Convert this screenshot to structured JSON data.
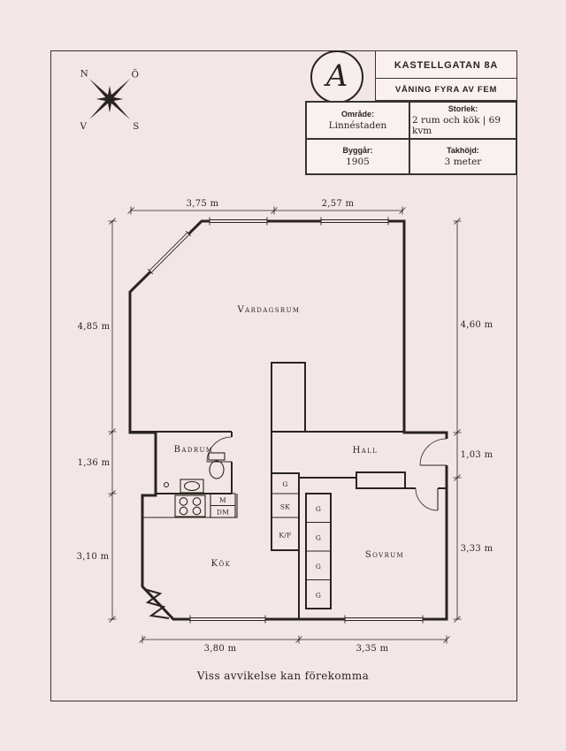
{
  "header": {
    "address": "KASTELLGATAN 8A",
    "floor_line": "VÅNING FYRA AV FEM",
    "monogram": "A"
  },
  "compass": {
    "north": "N",
    "east": "Ö",
    "south": "S",
    "west": "V"
  },
  "info": {
    "area_label": "Område:",
    "area_value": "Linnéstaden",
    "size_label": "Storlek:",
    "size_value": "2 rum och kök | 69 kvm",
    "year_label": "Byggår:",
    "year_value": "1905",
    "ceiling_label": "Takhöjd:",
    "ceiling_value": "3 meter"
  },
  "plan": {
    "rooms": {
      "living": "Vardagsrum",
      "bathroom": "Badrum",
      "hall": "Hall",
      "kitchen": "Kök",
      "bedroom": "Sovrum"
    },
    "closets": {
      "g_hall": "G",
      "sk": "SK",
      "kf": "K/F",
      "m": "M",
      "dm": "DM",
      "g1": "G",
      "g2": "G",
      "g3": "G",
      "g4": "G"
    },
    "dims": {
      "top_left": "3,75 m",
      "top_right": "2,57 m",
      "left_upper": "4,85 m",
      "left_middle": "1,36 m",
      "left_lower": "3,10 m",
      "right_upper": "4,60 m",
      "right_middle": "1,03 m",
      "right_lower": "3,33 m",
      "bottom_left": "3,80 m",
      "bottom_right": "3,35 m"
    }
  },
  "footer": {
    "disclaimer": "Viss avvikelse kan förekomma"
  }
}
